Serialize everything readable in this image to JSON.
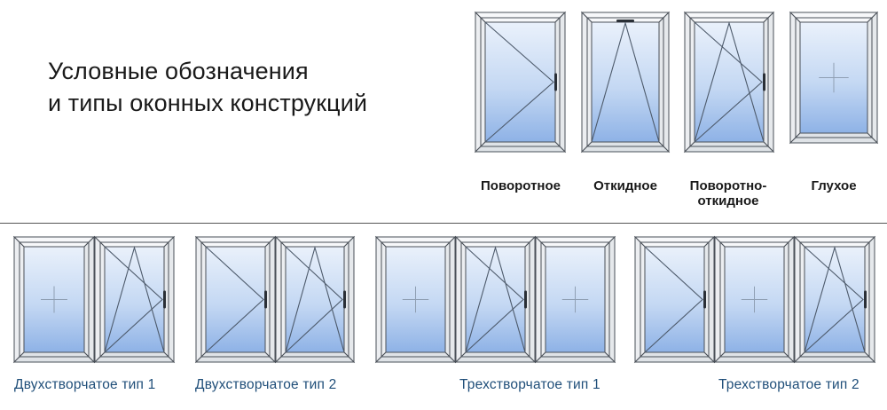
{
  "title": {
    "line1": "Условные обозначения",
    "line2": "и типы оконных конструкций"
  },
  "legend": {
    "povorotnoe": "Поворотное",
    "otkidnoe": "Откидное",
    "povorotno_otkidnoe_line1": "Поворотно-",
    "povorotno_otkidnoe_line2": "откидное",
    "glukhoe": "Глухое"
  },
  "types": {
    "dvukh_1": "Двухстворчатое тип 1",
    "dvukh_2": "Двухстворчатое тип 2",
    "trekh_1": "Трехстворчатое тип 1",
    "trekh_2": "Трехстворчатое тип 2"
  },
  "colors": {
    "frame_light": "#f4f6f8",
    "frame_line": "#4a5058",
    "glass_top": "#eaf1fb",
    "glass_bottom": "#8eb2e6",
    "bottom_label": "#1f4e79"
  }
}
